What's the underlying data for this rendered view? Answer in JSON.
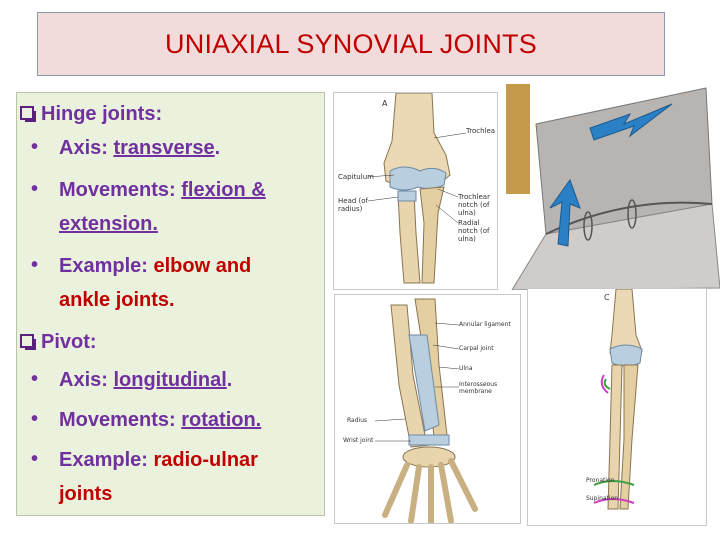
{
  "title": "UNIAXIAL SYNOVIAL JOINTS",
  "hinge": {
    "heading": "Hinge joints:",
    "axis_prefix": "Axis: ",
    "axis_value": "transverse",
    "axis_suffix": ".",
    "movements_prefix": "Movements: ",
    "movements_value_line1": "flexion &",
    "movements_value_line2": "extension.",
    "example_prefix": "Example: ",
    "example_value_line1": "elbow  and",
    "example_value_line2": "ankle joints."
  },
  "pivot": {
    "heading": "Pivot:",
    "axis_prefix": "Axis: ",
    "axis_value": "longitudinal",
    "axis_suffix": ".",
    "movements_prefix": "Movements: ",
    "movements_value": "rotation.",
    "example_prefix": "Example: ",
    "example_value_line1": "radio-ulnar",
    "example_value_line2": "joints"
  },
  "figures": {
    "elbow": {
      "letter": "A",
      "labels": [
        "Trochlea",
        "Capitulum",
        "Head (of radius)",
        "Trochlear notch (of ulna)",
        "Radial notch (of ulna)"
      ]
    },
    "forearm": {
      "labels": [
        "Annular ligament",
        "Carpal joint",
        "Ulna",
        "Interosseous membrane",
        "Radius",
        "Wrist joint"
      ]
    },
    "pivot": {
      "letter": "C",
      "labels": [
        "Pronation",
        "Supination"
      ]
    }
  },
  "colors": {
    "title_text": "#c00000",
    "title_bg": "#f2dcdb",
    "content_bg": "#eaf1dd",
    "body_text": "#7030a0",
    "example_text": "#c00000",
    "arrow_blue": "#2b7fc4"
  },
  "icons": [
    "checkbox-bullet-icon",
    "round-bullet-icon"
  ]
}
